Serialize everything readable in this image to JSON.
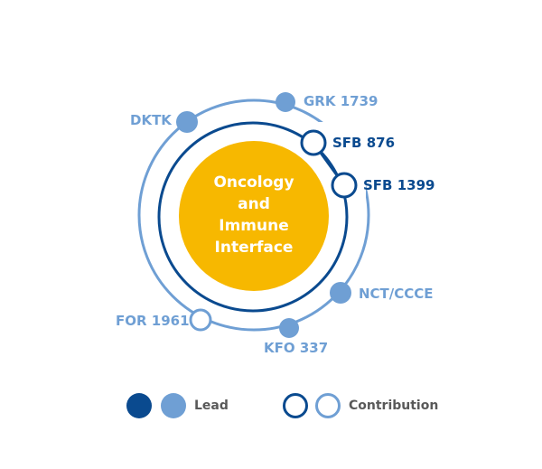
{
  "center": {
    "lines": [
      "Oncology",
      "and",
      "Immune",
      "Interface"
    ]
  },
  "nodes": [
    {
      "label": "DKTK",
      "type": "lead",
      "ring": "outer"
    },
    {
      "label": "GRK 1739",
      "type": "lead",
      "ring": "outer"
    },
    {
      "label": "SFB 876",
      "type": "contribution",
      "ring": "inner"
    },
    {
      "label": "SFB 1399",
      "type": "contribution",
      "ring": "inner"
    },
    {
      "label": "NCT/CCCE",
      "type": "lead",
      "ring": "outer"
    },
    {
      "label": "KFO 337",
      "type": "lead",
      "ring": "outer"
    },
    {
      "label": "FOR 1961",
      "type": "contribution",
      "ring": "outer"
    }
  ],
  "legend": {
    "lead": "Lead",
    "contribution": "Contribution"
  },
  "colors": {
    "dark": "#0a4a8f",
    "light": "#6f9fd4",
    "core": "#f7b800"
  }
}
